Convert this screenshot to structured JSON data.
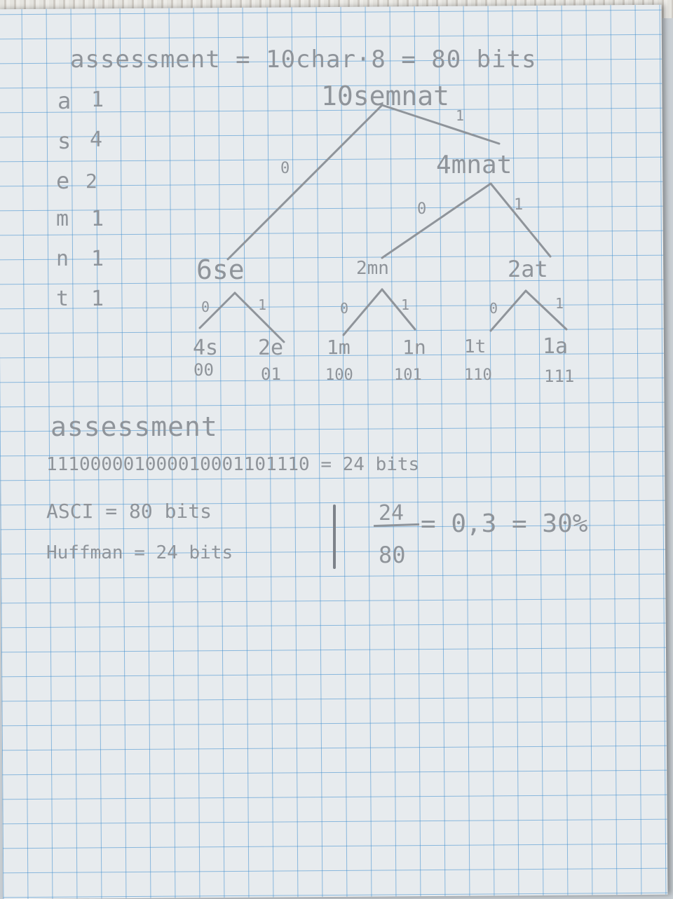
{
  "title": "assessment = 10char·8 = 80 bits",
  "root": "10semnat",
  "frequencies": [
    {
      "char": "a",
      "count": "1"
    },
    {
      "char": "s",
      "count": "4"
    },
    {
      "char": "e",
      "count": "2"
    },
    {
      "char": "m",
      "count": "1"
    },
    {
      "char": "n",
      "count": "1"
    },
    {
      "char": "t",
      "count": "1"
    }
  ],
  "tree": {
    "right_node": "4mnat",
    "left_node": "6se",
    "mid_node": "2mn",
    "far_node": "2at",
    "edge_labels": {
      "root_left": "0",
      "root_right": "1",
      "r_left": "0",
      "r_right": "1",
      "l_left": "0",
      "l_right": "1",
      "m_left": "0",
      "m_right": "1",
      "f_left": "0",
      "f_right": "1"
    },
    "leaves": [
      {
        "label": "4s",
        "code": "00"
      },
      {
        "label": "2e",
        "code": "01"
      },
      {
        "label": "1m",
        "code": "100"
      },
      {
        "label": "1n",
        "code": "101"
      },
      {
        "label": "1t",
        "code": "110"
      },
      {
        "label": "1a",
        "code": "111"
      }
    ]
  },
  "word": "assessment",
  "encoded": "111000001000010001101110 = 24 bits",
  "ascii_line": "ASCI = 80 bits",
  "huffman_line": "Huffman = 24 bits",
  "ratio": {
    "numerator": "24",
    "denominator": "80",
    "result": "= 0,3 = 30%"
  }
}
